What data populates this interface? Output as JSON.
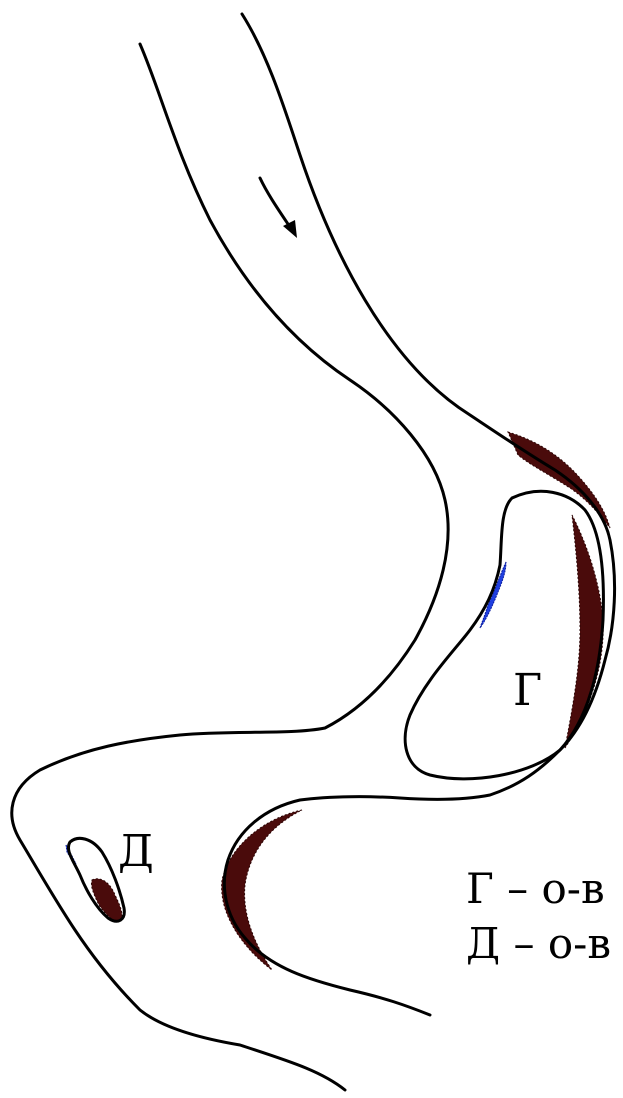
{
  "labels": {
    "island_g": "Г",
    "island_d": "Д"
  },
  "legend": {
    "line_1": "Г – о-в",
    "line_2": "Д – о-в"
  },
  "colors": {
    "line": "#000000",
    "erosion": "#4a0b0b",
    "accumulation": "#1f3fe0",
    "background": "#ffffff"
  },
  "icons": {
    "flow": "flow-direction-arrow-icon"
  }
}
